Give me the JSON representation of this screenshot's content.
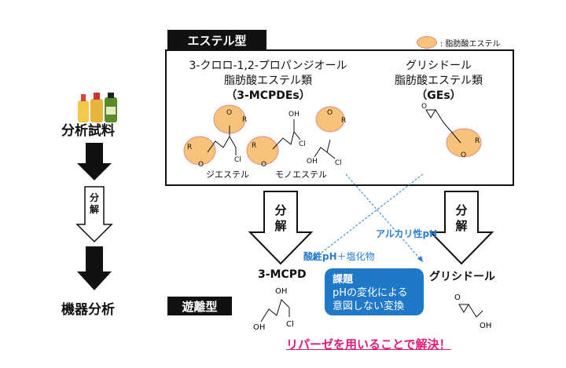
{
  "left_flow": {
    "sample_label": "分析試料",
    "decomp_label": "分\n解",
    "analysis_label": "機器分析"
  },
  "legend": {
    "text": ": 脂肪酸エステル",
    "color": "#f7c27a"
  },
  "ester": {
    "tag": "エステル型",
    "mcpde": {
      "line1": "3-クロロ-1,2-プロパンジオール",
      "line2": "脂肪酸エステル類",
      "line3": "（3-MCPDEs）",
      "diester": "ジエステル",
      "monoester": "モノエステル"
    },
    "ge": {
      "line1": "グリシドール",
      "line2": "脂肪酸エステル類",
      "line3": "（GEs）"
    }
  },
  "free": {
    "tag": "遊離型",
    "mcpd": "3-MCPD",
    "glycidol": "グリシドール"
  },
  "decomp_arrows": {
    "left": "分\n解",
    "right": "分\n解"
  },
  "conditions": {
    "acid_bold": "酸性pH",
    "acid_rest": "＋塩化物",
    "alkali": "アルカリ性pH"
  },
  "issue": {
    "title": "課題",
    "line1": "pHの変化による",
    "line2": "意図しない変換"
  },
  "solution": "リパーゼを用いることで解決！",
  "chem": {
    "O": "O",
    "R": "R",
    "Cl": "Cl",
    "OH": "OH"
  },
  "colors": {
    "blue": "#2a7fd4",
    "callout": "#1f78c8",
    "magenta": "#e0197a",
    "ester_fill": "#f7c27a"
  }
}
